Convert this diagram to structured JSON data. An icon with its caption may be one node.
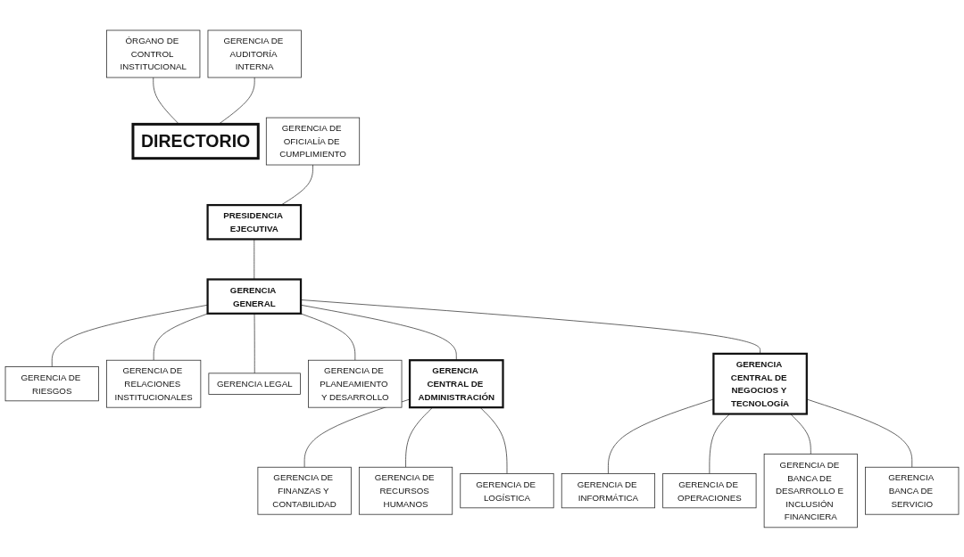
{
  "diagram": {
    "nodes": [
      {
        "text": [
          "DIRECTORIO"
        ]
      },
      {
        "text": [
          "PRESIDENCIA EJECUTIVA"
        ]
      },
      {
        "text": [
          "ÓRGANO DE CONTROL INSTITUCIONAL"
        ]
      },
      {
        "text": [
          "GERENCIA DE AUDITORÍA INTERNA"
        ]
      },
      {
        "text": [
          "GERENCIA DE OFICIALÍA DE CUMPLIMIENTO"
        ]
      },
      {
        "text": [
          "GERENCIA GENERAL"
        ]
      },
      {
        "text": [
          "GERENCIA DE RIESGOS"
        ]
      },
      {
        "text": [
          "GERENCIA DE RELACIONES INSTITUCIONALES"
        ]
      },
      {
        "text": [
          "GERENCIA LEGAL"
        ]
      },
      {
        "text": [
          "GERENCIA DE PLANEAMIENTO Y DESARROLLO"
        ]
      },
      {
        "text": [
          "GERENCIA CENTRAL DE ADMINISTRACIÓN"
        ]
      },
      {
        "text": [
          "GERENCIA CENTRAL DE NEGOCIOS Y TECNOLOGÍA"
        ]
      },
      {
        "text": [
          "GERENCIA DE FINANZAS Y CONTABILIDAD"
        ]
      },
      {
        "text": [
          "GERENCIA DE RECURSOS HUMANOS"
        ]
      },
      {
        "text": [
          "GERENCIA DE LOGÍSTICA"
        ]
      },
      {
        "text": [
          "GERENCIA DE INFORMÁTICA"
        ]
      },
      {
        "text": [
          "GERENCIA DE OPERACIONES"
        ]
      },
      {
        "text": [
          "GERENCIA DE BANCA DE DESARROLLO E INCLUSIÓN FINANCIERA"
        ]
      },
      {
        "text": [
          "GERENCIA BANCA DE SERVICIO"
        ]
      }
    ],
    "edges": [
      {
        "from": 2,
        "to": 0,
        "arrow": "none"
      },
      {
        "from": 3,
        "to": 0,
        "arrow": "none"
      },
      {
        "from": 4,
        "to": 1,
        "arrow": "none"
      },
      {
        "from": 1,
        "to": 5,
        "arrow": "none"
      },
      {
        "from": 5,
        "to": 6,
        "arrow": "none"
      },
      {
        "from": 5,
        "to": 7,
        "arrow": "none"
      },
      {
        "from": 5,
        "to": 8,
        "arrow": "none"
      },
      {
        "from": 5,
        "to": 9,
        "arrow": "none"
      },
      {
        "from": 5,
        "to": 10,
        "arrow": "none"
      },
      {
        "from": 5,
        "to": 11,
        "arrow": "none"
      },
      {
        "from": 10,
        "to": 12,
        "arrow": "none"
      },
      {
        "from": 10,
        "to": 13,
        "arrow": "none"
      },
      {
        "from": 10,
        "to": 14,
        "arrow": "none"
      },
      {
        "from": 11,
        "to": 15,
        "arrow": "none"
      },
      {
        "from": 11,
        "to": 16,
        "arrow": "none"
      },
      {
        "from": 11,
        "to": 17,
        "arrow": "none"
      },
      {
        "from": 11,
        "to": 18,
        "arrow": "none"
      }
    ]
  }
}
